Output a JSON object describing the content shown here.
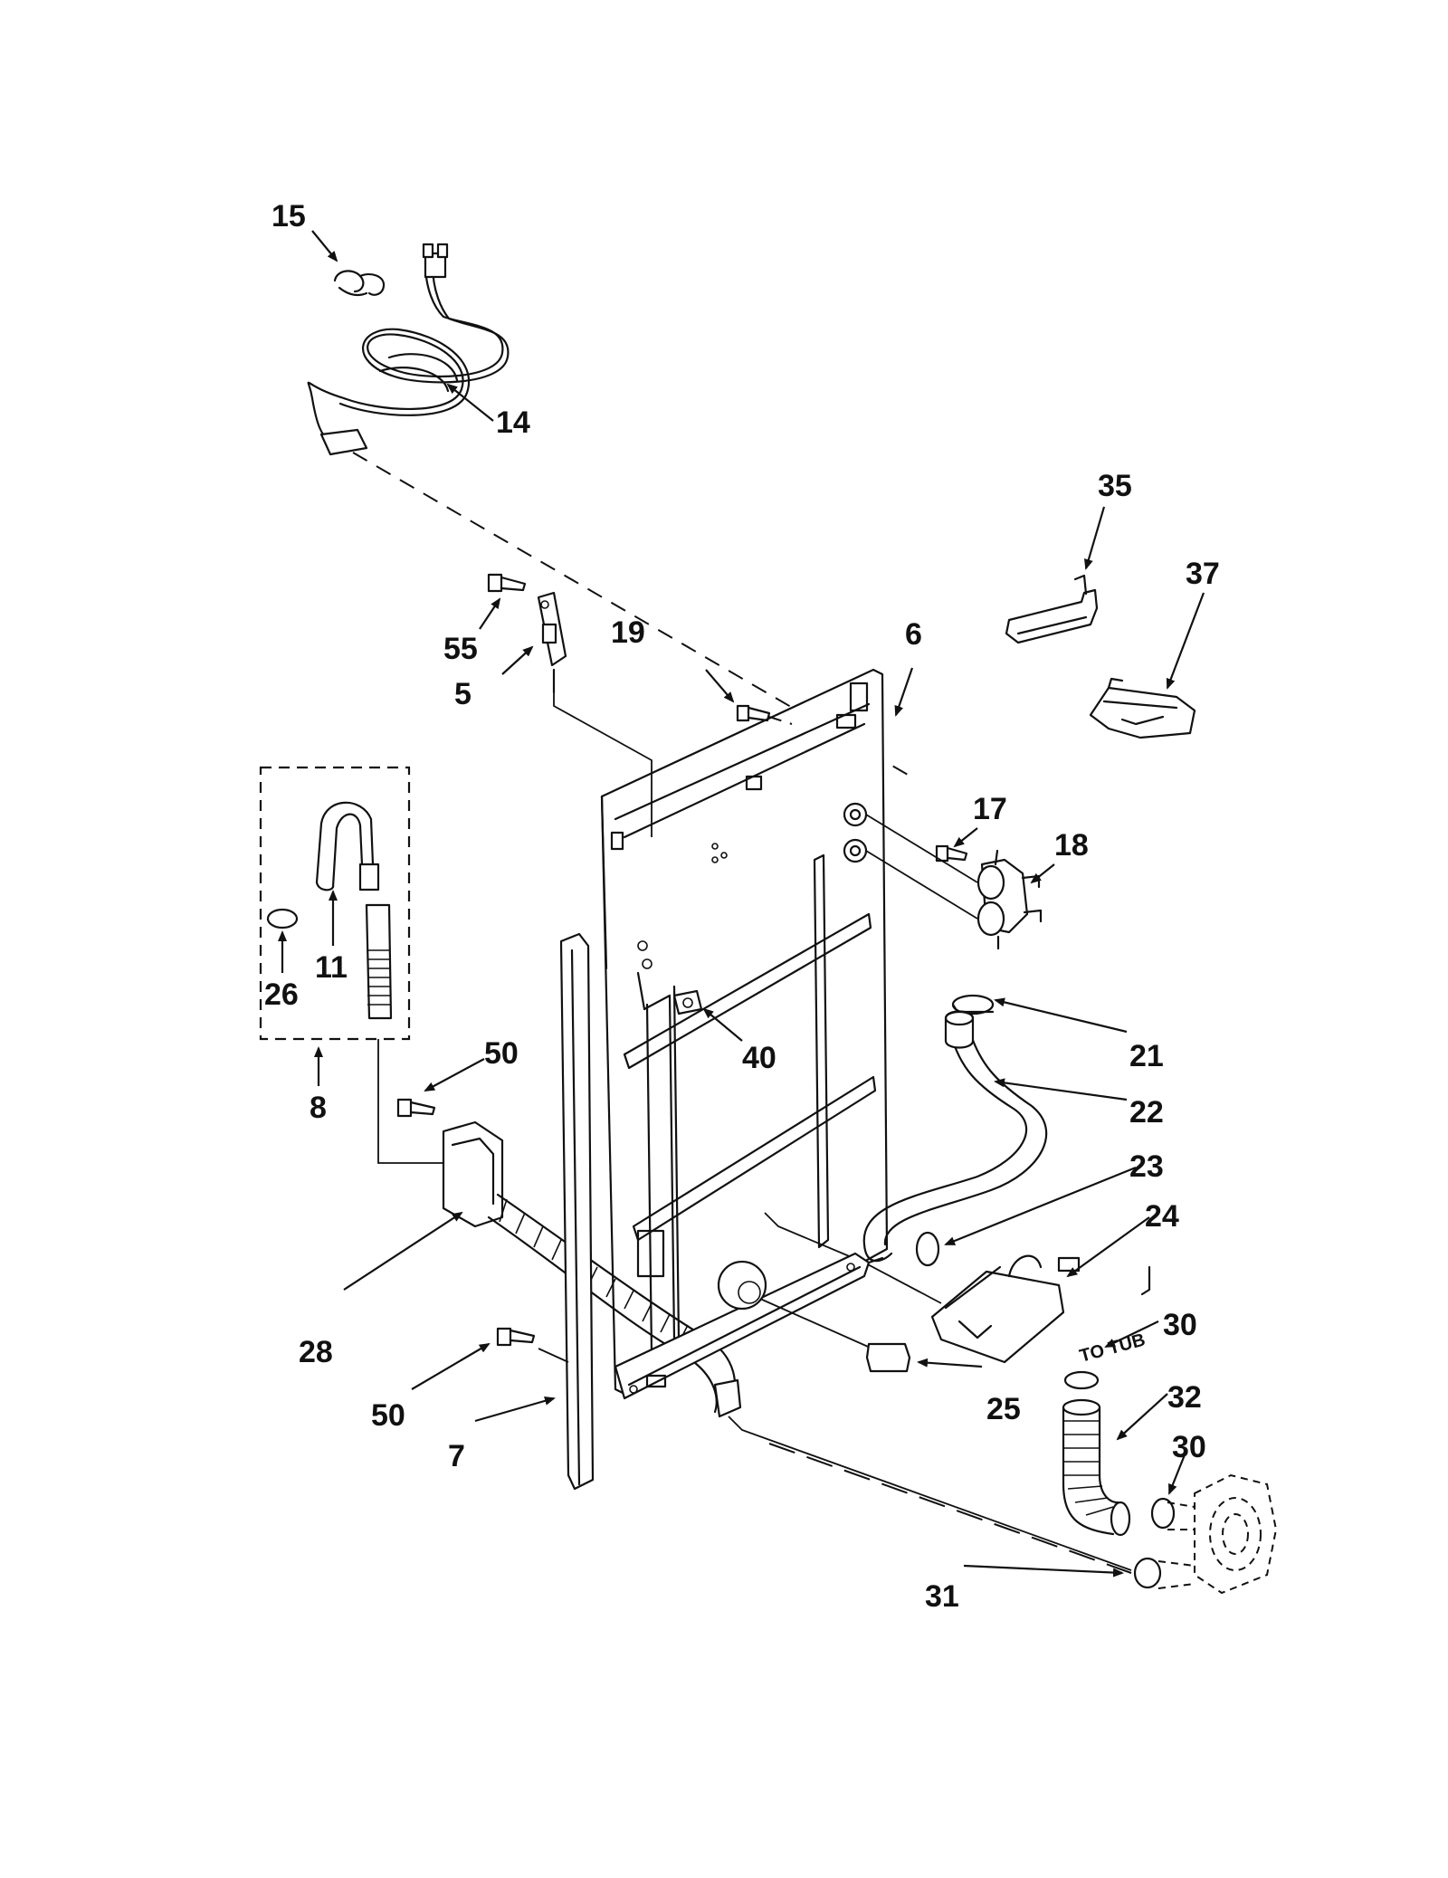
{
  "labels": {
    "l15": "15",
    "l14": "14",
    "l35": "35",
    "l37": "37",
    "l55": "55",
    "l5": "5",
    "l19": "19",
    "l6": "6",
    "l17": "17",
    "l18": "18",
    "l11": "11",
    "l26": "26",
    "l8": "8",
    "l40": "40",
    "l50a": "50",
    "l50b": "50",
    "l21": "21",
    "l22": "22",
    "l23": "23",
    "l24": "24",
    "l28": "28",
    "l30a": "30",
    "l30b": "30",
    "l32": "32",
    "l25": "25",
    "l7": "7",
    "l31": "31"
  },
  "notes": {
    "to_tub": "TO TUB"
  }
}
